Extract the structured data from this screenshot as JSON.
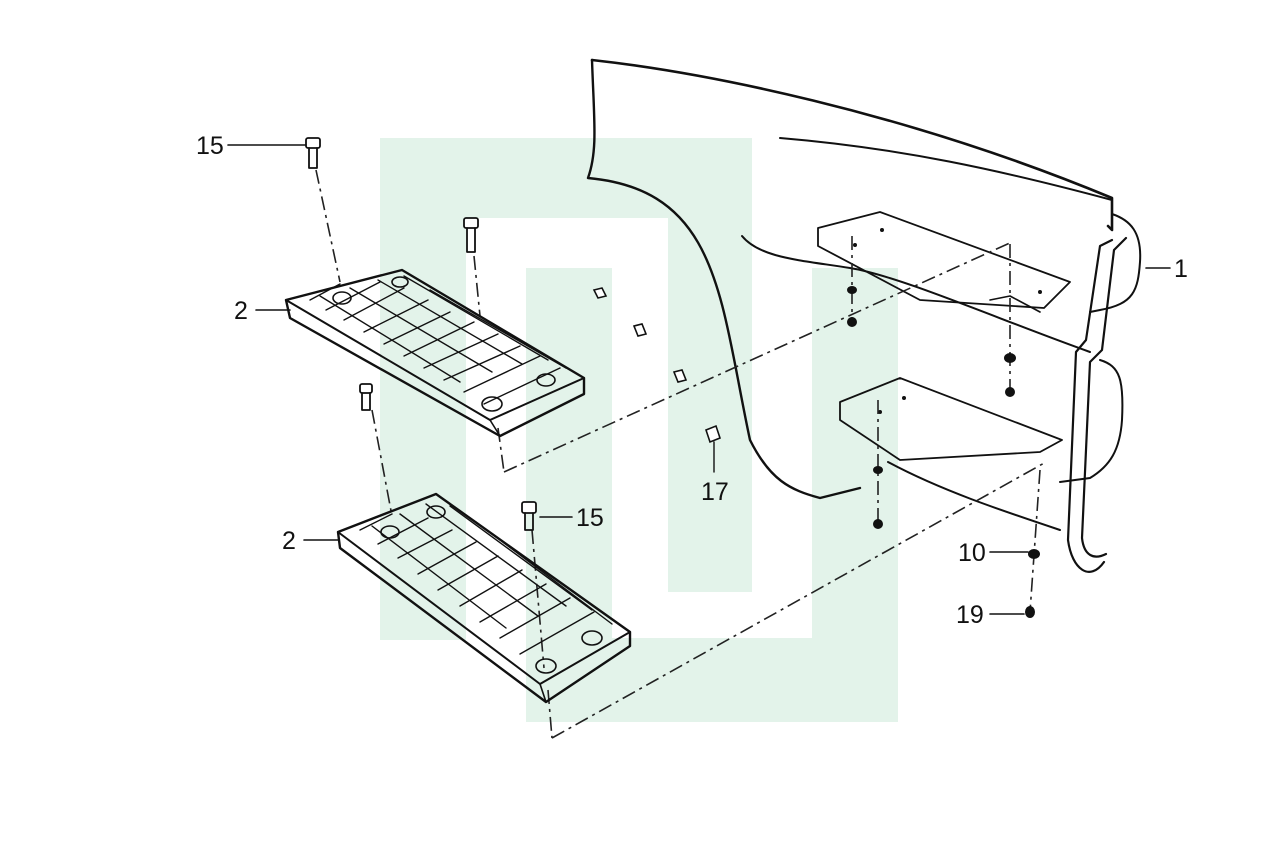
{
  "diagram": {
    "watermark_color": "#e3f3ea",
    "ink_color": "#111111",
    "callouts": [
      {
        "id": "c1",
        "label": "1"
      },
      {
        "id": "c2a",
        "label": "2"
      },
      {
        "id": "c2b",
        "label": "2"
      },
      {
        "id": "c15a",
        "label": "15"
      },
      {
        "id": "c15b",
        "label": "15"
      },
      {
        "id": "c17",
        "label": "17"
      },
      {
        "id": "c10",
        "label": "10"
      },
      {
        "id": "c19",
        "label": "19"
      }
    ]
  }
}
